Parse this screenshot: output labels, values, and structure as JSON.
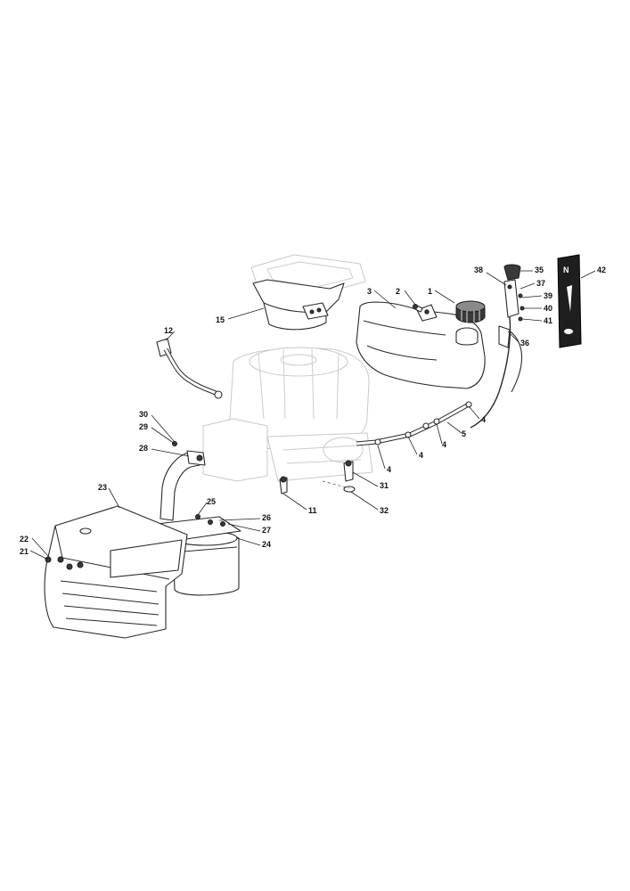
{
  "diagram": {
    "callouts": {
      "c1": "1",
      "c2": "2",
      "c3": "3",
      "c4a": "4",
      "c4b": "4",
      "c4c": "4",
      "c4d": "4",
      "c5": "5",
      "c11": "11",
      "c12": "12",
      "c15": "15",
      "c21": "21",
      "c22": "22",
      "c23": "23",
      "c24": "24",
      "c25": "25",
      "c26": "26",
      "c27": "27",
      "c28": "28",
      "c29": "29",
      "c30": "30",
      "c31": "31",
      "c32": "32",
      "c35": "35",
      "c36": "36",
      "c37": "37",
      "c38": "38",
      "c39": "39",
      "c40": "40",
      "c41": "41",
      "c42": "42"
    },
    "sign_letter": "N",
    "colors": {
      "ink": "#2a2a2a",
      "ghost": "#c8c8c8",
      "sign": "#1e1e1e"
    }
  }
}
